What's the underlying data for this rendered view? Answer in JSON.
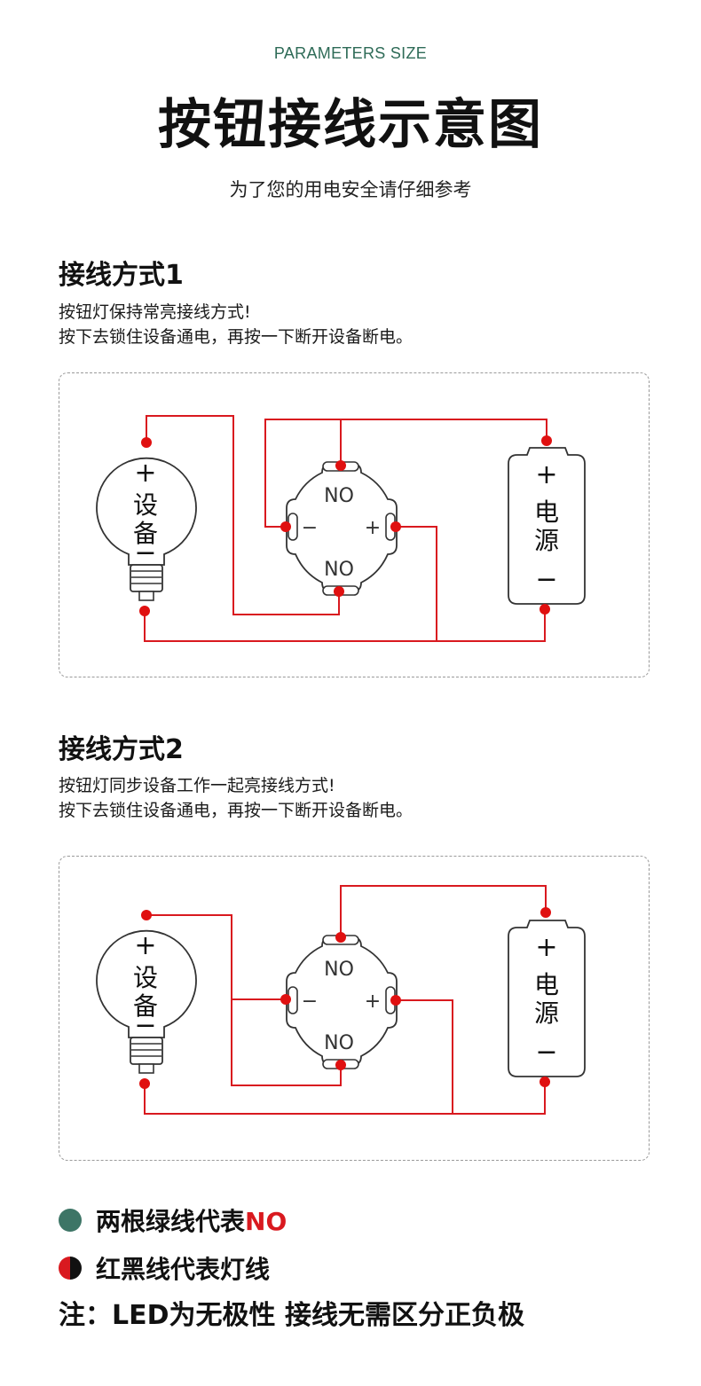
{
  "header": {
    "eyebrow": "PARAMETERS SIZE",
    "title": "按钮接线示意图",
    "subtitle": "为了您的用电安全请仔细参考"
  },
  "sections": [
    {
      "title": "接线方式1",
      "desc": [
        "按钮灯保持常亮接线方式!",
        "按下去锁住设备通电，再按一下断开设备断电。"
      ]
    },
    {
      "title": "接线方式2",
      "desc": [
        "按钮灯同步设备工作一起亮接线方式!",
        "按下去锁住设备通电，再按一下断开设备断电。"
      ]
    }
  ],
  "diagram_labels": {
    "bulb_plus": "+",
    "bulb_name_1": "设",
    "bulb_name_2": "备",
    "bulb_minus": "−",
    "switch_no_top": "NO",
    "switch_no_bottom": "NO",
    "switch_minus": "−",
    "switch_plus": "+",
    "power_plus": "+",
    "power_name_1": "电",
    "power_name_2": "源",
    "power_minus": "−"
  },
  "legend": [
    {
      "text": "两根绿线代表",
      "highlight": "NO",
      "color": "#3d7566"
    },
    {
      "text": "红黑线代表灯线",
      "highlight": "",
      "color": "split-red-black"
    }
  ],
  "note": "注：LED为无极性 接线无需区分正负极",
  "colors": {
    "wire": "#d9191f",
    "accent": "#2e6b57",
    "outline": "#333333"
  }
}
